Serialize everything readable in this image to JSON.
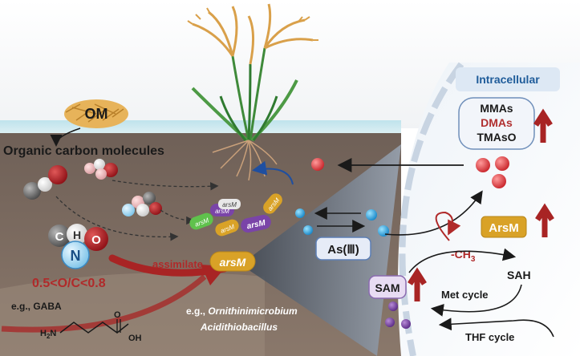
{
  "labels": {
    "om": "OM",
    "organic_carbon": "Organic  carbon molecules",
    "intracellular": "Intracellular",
    "mmas": "MMAs",
    "dmas": "DMAs",
    "tmaso": "TMAsO",
    "arsm_enzyme": "ArsM",
    "ch3": "-CH",
    "ch3_sub": "3",
    "sah": "SAH",
    "sam": "SAM",
    "met_cycle": "Met cycle",
    "thf_cycle": "THF cycle",
    "as3": "As(Ⅲ)",
    "assimilate": "assimilate",
    "arsm_main": "arsM",
    "ratio": "0.5<O/C<0.8",
    "example_gaba": "e.g., GABA",
    "atom_c": "C",
    "atom_h": "H",
    "atom_o": "O",
    "atom_n": "N",
    "gaba_o": "O",
    "gaba_oh": "OH",
    "gaba_h2n": "H",
    "gaba_h2n_sub": "2",
    "gaba_h2n_n": "N",
    "eg_prefix": "e.g., ",
    "microbe1": "Ornithinimicrobium",
    "microbe2": "Acidithiobacillus",
    "small_arsm": [
      "arsM",
      "arsM",
      "arsM",
      "arsM",
      "arsM",
      "arsM"
    ]
  },
  "colors": {
    "arsm_gold": "#d9a227",
    "arrow_red": "#b02a2a",
    "dmas_red": "#b03030",
    "intracellular_blue": "#1f5c9a",
    "soil": "#7b6a5e"
  }
}
